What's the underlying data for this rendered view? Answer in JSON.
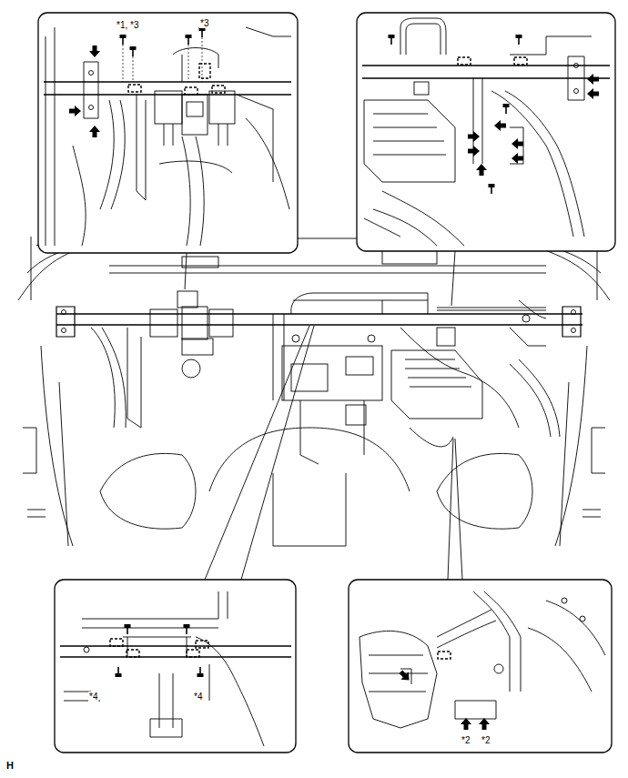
{
  "diagram": {
    "labels": [
      "*1, *3",
      "*3",
      "*4",
      "*4",
      "*2",
      "*2",
      "H"
    ]
  }
}
